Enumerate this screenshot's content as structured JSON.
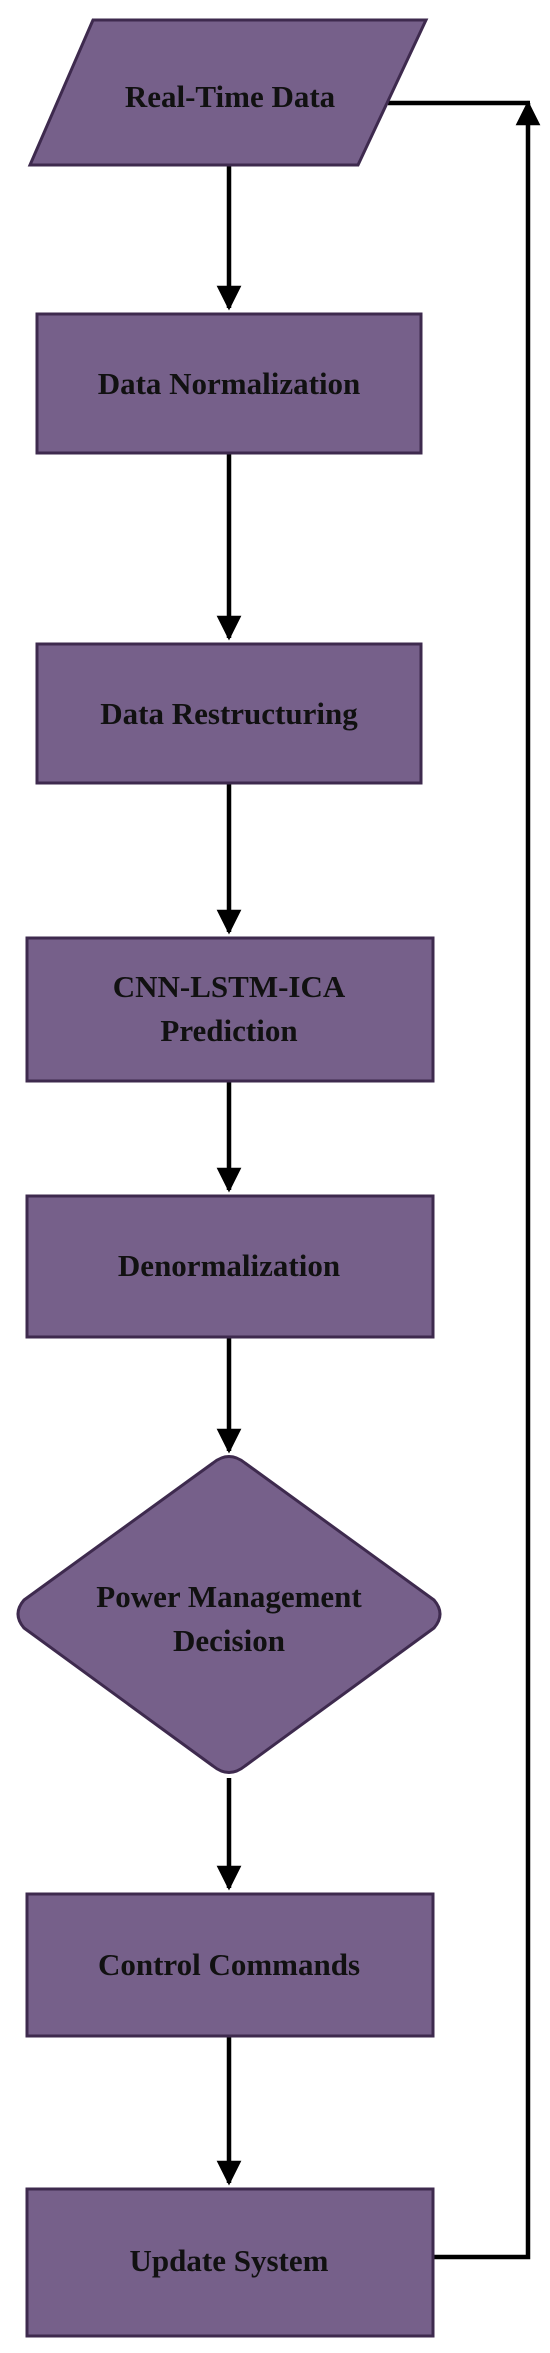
{
  "nodes": {
    "real_time_data": {
      "lines": [
        "Real-Time Data"
      ]
    },
    "data_normalization": {
      "lines": [
        "Data Normalization"
      ]
    },
    "data_restructuring": {
      "lines": [
        "Data Restructuring"
      ]
    },
    "prediction": {
      "lines": [
        "CNN-LSTM-ICA",
        "Prediction"
      ]
    },
    "denormalization": {
      "lines": [
        "Denormalization"
      ]
    },
    "decision": {
      "lines": [
        "Power Management",
        "Decision"
      ]
    },
    "control_commands": {
      "lines": [
        "Control Commands"
      ]
    },
    "update_system": {
      "lines": [
        "Update System"
      ]
    }
  },
  "edges": [
    {
      "from": "real_time_data",
      "to": "data_normalization"
    },
    {
      "from": "data_normalization",
      "to": "data_restructuring"
    },
    {
      "from": "data_restructuring",
      "to": "prediction"
    },
    {
      "from": "prediction",
      "to": "denormalization"
    },
    {
      "from": "denormalization",
      "to": "decision"
    },
    {
      "from": "decision",
      "to": "control_commands"
    },
    {
      "from": "control_commands",
      "to": "update_system"
    },
    {
      "from": "update_system",
      "to": "real_time_data"
    }
  ]
}
